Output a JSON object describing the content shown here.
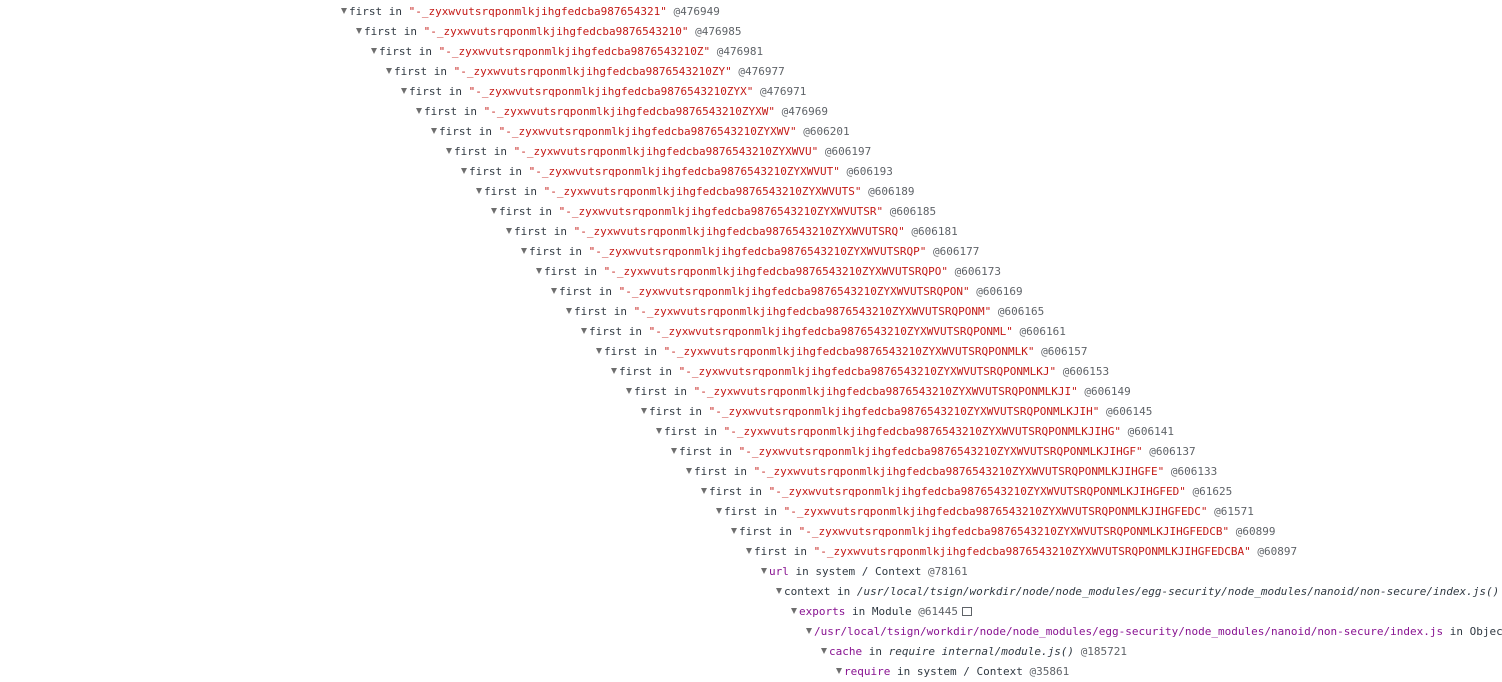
{
  "rows": [
    {
      "edge": "first",
      "in": "in",
      "str": "\"-_zyxwvutsrqponmlkjihgfedcba987654321\"",
      "id": "@476949"
    },
    {
      "edge": "first",
      "in": "in",
      "str": "\"-_zyxwvutsrqponmlkjihgfedcba9876543210\"",
      "id": "@476985"
    },
    {
      "edge": "first",
      "in": "in",
      "str": "\"-_zyxwvutsrqponmlkjihgfedcba9876543210Z\"",
      "id": "@476981"
    },
    {
      "edge": "first",
      "in": "in",
      "str": "\"-_zyxwvutsrqponmlkjihgfedcba9876543210ZY\"",
      "id": "@476977"
    },
    {
      "edge": "first",
      "in": "in",
      "str": "\"-_zyxwvutsrqponmlkjihgfedcba9876543210ZYX\"",
      "id": "@476971"
    },
    {
      "edge": "first",
      "in": "in",
      "str": "\"-_zyxwvutsrqponmlkjihgfedcba9876543210ZYXW\"",
      "id": "@476969"
    },
    {
      "edge": "first",
      "in": "in",
      "str": "\"-_zyxwvutsrqponmlkjihgfedcba9876543210ZYXWV\"",
      "id": "@606201"
    },
    {
      "edge": "first",
      "in": "in",
      "str": "\"-_zyxwvutsrqponmlkjihgfedcba9876543210ZYXWVU\"",
      "id": "@606197"
    },
    {
      "edge": "first",
      "in": "in",
      "str": "\"-_zyxwvutsrqponmlkjihgfedcba9876543210ZYXWVUT\"",
      "id": "@606193"
    },
    {
      "edge": "first",
      "in": "in",
      "str": "\"-_zyxwvutsrqponmlkjihgfedcba9876543210ZYXWVUTS\"",
      "id": "@606189"
    },
    {
      "edge": "first",
      "in": "in",
      "str": "\"-_zyxwvutsrqponmlkjihgfedcba9876543210ZYXWVUTSR\"",
      "id": "@606185"
    },
    {
      "edge": "first",
      "in": "in",
      "str": "\"-_zyxwvutsrqponmlkjihgfedcba9876543210ZYXWVUTSRQ\"",
      "id": "@606181"
    },
    {
      "edge": "first",
      "in": "in",
      "str": "\"-_zyxwvutsrqponmlkjihgfedcba9876543210ZYXWVUTSRQP\"",
      "id": "@606177"
    },
    {
      "edge": "first",
      "in": "in",
      "str": "\"-_zyxwvutsrqponmlkjihgfedcba9876543210ZYXWVUTSRQPO\"",
      "id": "@606173"
    },
    {
      "edge": "first",
      "in": "in",
      "str": "\"-_zyxwvutsrqponmlkjihgfedcba9876543210ZYXWVUTSRQPON\"",
      "id": "@606169"
    },
    {
      "edge": "first",
      "in": "in",
      "str": "\"-_zyxwvutsrqponmlkjihgfedcba9876543210ZYXWVUTSRQPONM\"",
      "id": "@606165"
    },
    {
      "edge": "first",
      "in": "in",
      "str": "\"-_zyxwvutsrqponmlkjihgfedcba9876543210ZYXWVUTSRQPONML\"",
      "id": "@606161"
    },
    {
      "edge": "first",
      "in": "in",
      "str": "\"-_zyxwvutsrqponmlkjihgfedcba9876543210ZYXWVUTSRQPONMLK\"",
      "id": "@606157"
    },
    {
      "edge": "first",
      "in": "in",
      "str": "\"-_zyxwvutsrqponmlkjihgfedcba9876543210ZYXWVUTSRQPONMLKJ\"",
      "id": "@606153"
    },
    {
      "edge": "first",
      "in": "in",
      "str": "\"-_zyxwvutsrqponmlkjihgfedcba9876543210ZYXWVUTSRQPONMLKJI\"",
      "id": "@606149"
    },
    {
      "edge": "first",
      "in": "in",
      "str": "\"-_zyxwvutsrqponmlkjihgfedcba9876543210ZYXWVUTSRQPONMLKJIH\"",
      "id": "@606145"
    },
    {
      "edge": "first",
      "in": "in",
      "str": "\"-_zyxwvutsrqponmlkjihgfedcba9876543210ZYXWVUTSRQPONMLKJIHG\"",
      "id": "@606141"
    },
    {
      "edge": "first",
      "in": "in",
      "str": "\"-_zyxwvutsrqponmlkjihgfedcba9876543210ZYXWVUTSRQPONMLKJIHGF\"",
      "id": "@606137"
    },
    {
      "edge": "first",
      "in": "in",
      "str": "\"-_zyxwvutsrqponmlkjihgfedcba9876543210ZYXWVUTSRQPONMLKJIHGFE\"",
      "id": "@606133"
    },
    {
      "edge": "first",
      "in": "in",
      "str": "\"-_zyxwvutsrqponmlkjihgfedcba9876543210ZYXWVUTSRQPONMLKJIHGFED\"",
      "id": "@61625"
    },
    {
      "edge": "first",
      "in": "in",
      "str": "\"-_zyxwvutsrqponmlkjihgfedcba9876543210ZYXWVUTSRQPONMLKJIHGFEDC\"",
      "id": "@61571"
    },
    {
      "edge": "first",
      "in": "in",
      "str": "\"-_zyxwvutsrqponmlkjihgfedcba9876543210ZYXWVUTSRQPONMLKJIHGFEDCB\"",
      "id": "@60899"
    },
    {
      "edge": "first",
      "in": "in",
      "str": "\"-_zyxwvutsrqponmlkjihgfedcba9876543210ZYXWVUTSRQPONMLKJIHGFEDCBA\"",
      "id": "@60897"
    },
    {
      "edge": "url",
      "edge_style": "prop",
      "in": "in",
      "name": "system / Context",
      "id": "@78161"
    },
    {
      "edge": "context",
      "in": "in",
      "name": "/usr/local/tsign/workdir/node/node_modules/egg-security/node_modules/nanoid/non-secure/index.js()",
      "name_italic": true
    },
    {
      "edge": "exports",
      "edge_style": "prop",
      "in": "in",
      "name": "Module",
      "id": "@61445",
      "checkbox": true
    },
    {
      "edge": "/usr/local/tsign/workdir/node/node_modules/egg-security/node_modules/nanoid/non-secure/index.js",
      "edge_style": "prop",
      "in": "in",
      "name": "Object"
    },
    {
      "edge": "cache",
      "edge_style": "prop",
      "in": "in",
      "name": "require internal/module.js()",
      "name_italic": true,
      "id": "@185721"
    },
    {
      "edge": "require",
      "edge_style": "prop",
      "in": "in",
      "name": "system / Context",
      "id": "@35861"
    }
  ]
}
